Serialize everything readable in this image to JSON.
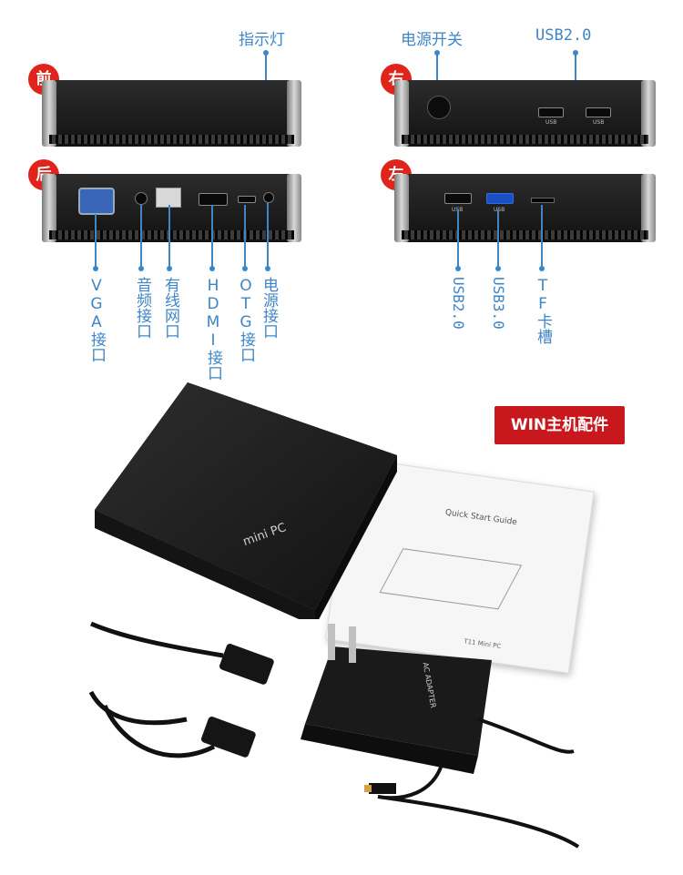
{
  "panels": {
    "front": {
      "badge": "前",
      "label": "指示灯"
    },
    "right": {
      "badge": "右",
      "power_label": "电源开关",
      "usb_label": "USB2.0",
      "usb_tag": "USB"
    },
    "back": {
      "badge": "后",
      "labels": [
        "VGA接口",
        "音频接口",
        "有线网口",
        "HDMI接口",
        "OTG接口",
        "电源接口"
      ]
    },
    "left": {
      "badge": "左",
      "usb_tag": "USB",
      "labels": [
        "USB2.0",
        "USB3.0",
        "TF卡槽"
      ]
    }
  },
  "accessories": {
    "badge": "WIN主机配件",
    "device_brand": "mini PC",
    "manual_title": "Quick Start Guide",
    "manual_footer": "T11 Mini PC",
    "adapter_label": "AC ADAPTER"
  },
  "colors": {
    "accent_red": "#e0231b",
    "label_blue": "#3f86c8",
    "badge_red": "#c8171d"
  }
}
